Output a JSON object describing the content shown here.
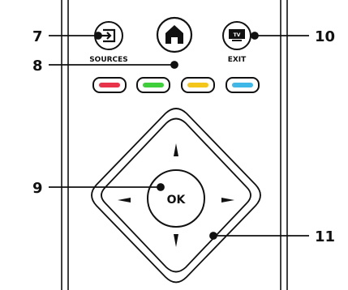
{
  "callouts": {
    "c7": "7",
    "c8": "8",
    "c9": "9",
    "c10": "10",
    "c11": "11"
  },
  "buttons": {
    "sources_label": "SOURCES",
    "exit_label": "EXIT",
    "tv_label": "TV",
    "ok_label": "OK"
  },
  "color_keys": [
    {
      "name": "red",
      "color": "#e8334a"
    },
    {
      "name": "green",
      "color": "#3fcf3a"
    },
    {
      "name": "yellow",
      "color": "#f5c61a"
    },
    {
      "name": "blue",
      "color": "#3fb8e8"
    }
  ],
  "icons": {
    "sources": "sources-arrow-icon",
    "home": "home-icon",
    "tv": "tv-icon",
    "up": "arrow-up-icon",
    "down": "arrow-down-icon",
    "left": "arrow-left-icon",
    "right": "arrow-right-icon"
  }
}
